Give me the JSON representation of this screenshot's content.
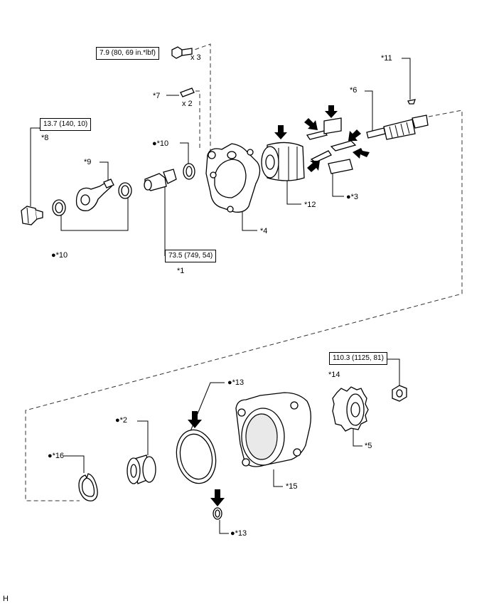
{
  "footer_code": "H",
  "torque_specs": {
    "bolt": "7.9 (80, 69 in.*lbf)",
    "plug": "13.7 (140, 10)",
    "union": "73.5 (749, 54)",
    "nut": "110.3 (1125, 81)"
  },
  "quantities": {
    "bolt": "x 3",
    "pin": "x 2"
  },
  "labels": {
    "p1": "*1",
    "p2": "*2",
    "p3": "*3",
    "p4": "*4",
    "p5": "*5",
    "p6": "*6",
    "p7": "*7",
    "p8": "*8",
    "p9": "*9",
    "p10a": "*10",
    "p10b": "*10",
    "p11": "*11",
    "p12": "*12",
    "p13a": "*13",
    "p13b": "*13",
    "p14": "*14",
    "p15": "*15",
    "p16": "*16"
  },
  "bullet": "●"
}
